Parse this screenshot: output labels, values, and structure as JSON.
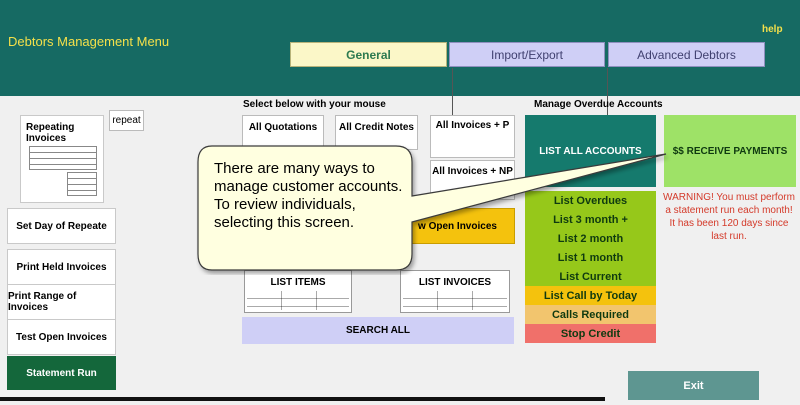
{
  "window": {
    "title": "Debtors Management Menu",
    "help_label": "help"
  },
  "tabs": [
    {
      "label": "General"
    },
    {
      "label": "Import/Export"
    },
    {
      "label": "Advanced Debtors"
    }
  ],
  "left": {
    "repeating_invoices_label": "Repeating Invoices",
    "repeat_button": "repeat",
    "buttons": [
      "Set Day of Repeate",
      "Print Held Invoices",
      "Print Range of Invoices",
      "Test Open Invoices"
    ],
    "statement_run": "Statement Run"
  },
  "middle": {
    "heading": "Select below with your mouse",
    "all_quotations": "All Quotations",
    "all_credit_notes": "All Credit Notes",
    "all_invoices_p": "All Invoices + P",
    "all_invoices_np": "All Invoices + NP",
    "open_invoices": "w Open Invoices",
    "list_items": "LIST ITEMS",
    "list_invoices": "LIST INVOICES",
    "search_all": "SEARCH ALL"
  },
  "overdue": {
    "heading": "Manage Overdue Accounts",
    "list_all_accounts": "LIST ALL ACCOUNTS",
    "receive_payments": "$$ RECEIVE PAYMENTS",
    "items": [
      {
        "label": "List Overdues",
        "color": "#96c81a"
      },
      {
        "label": "List 3 month +",
        "color": "#96c81a"
      },
      {
        "label": "List 2 month",
        "color": "#96c81a"
      },
      {
        "label": "List 1 month",
        "color": "#96c81a"
      },
      {
        "label": "List Current",
        "color": "#96c81a"
      },
      {
        "label": "List Call by Today",
        "color": "#f4c20d"
      },
      {
        "label": "Calls Required",
        "color": "#f2c56e"
      },
      {
        "label": "Stop Credit",
        "color": "#f0706a"
      }
    ],
    "warning": "WARNING! You must perform a statement run each month! It has been 120 days since last run."
  },
  "callout": {
    "text": "There are many ways to manage customer accounts. To review individuals, selecting this screen."
  },
  "footer": {
    "exit": "Exit"
  },
  "colors": {
    "header": "#166a63",
    "title": "#f4e04a",
    "list_all": "#157a6d",
    "receive": "#9ee267",
    "stmt": "#14673b"
  }
}
